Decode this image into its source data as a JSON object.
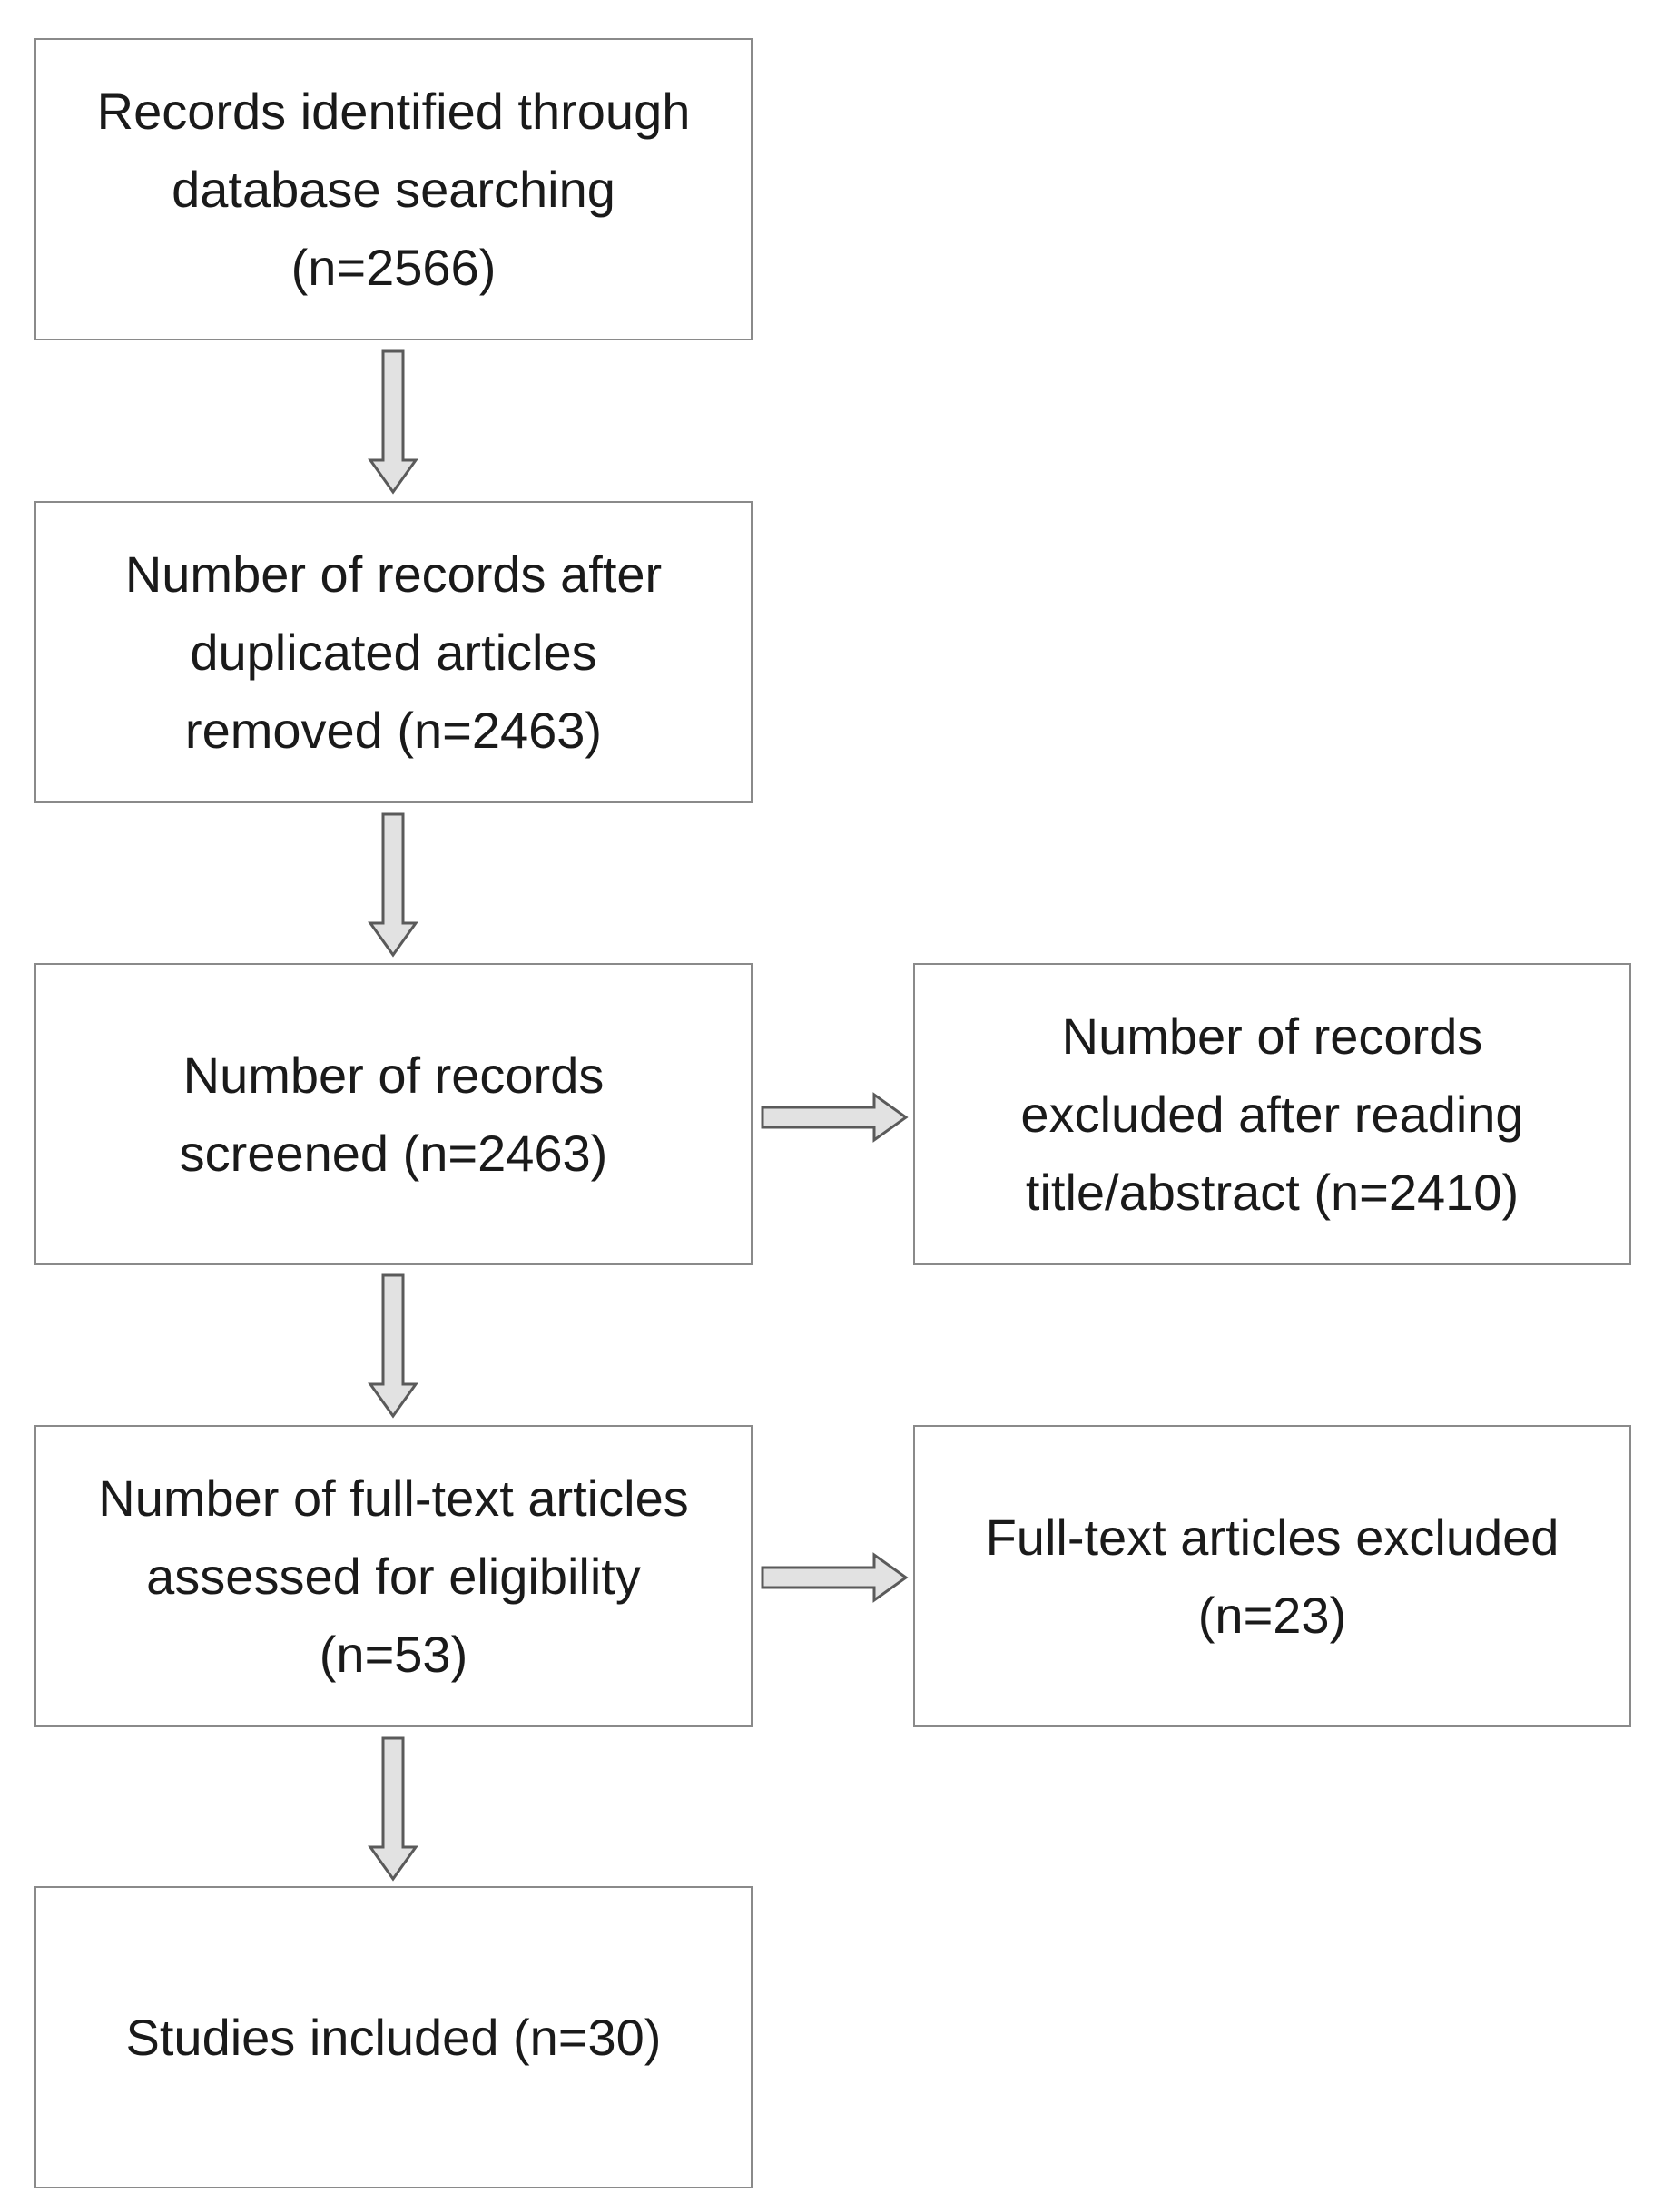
{
  "boxes": {
    "identified": "Records identified through\ndatabase searching\n(n=2566)",
    "deduplicated": "Number of records after\nduplicated articles\nremoved (n=2463)",
    "screened": "Number of records\nscreened (n=2463)",
    "excluded_title_abstract": "Number of records\nexcluded after reading\ntitle/abstract (n=2410)",
    "fulltext_assessed": "Number of full-text articles\nassessed for eligibility\n(n=53)",
    "fulltext_excluded": "Full-text articles excluded\n(n=23)",
    "included": "Studies included (n=30)"
  }
}
